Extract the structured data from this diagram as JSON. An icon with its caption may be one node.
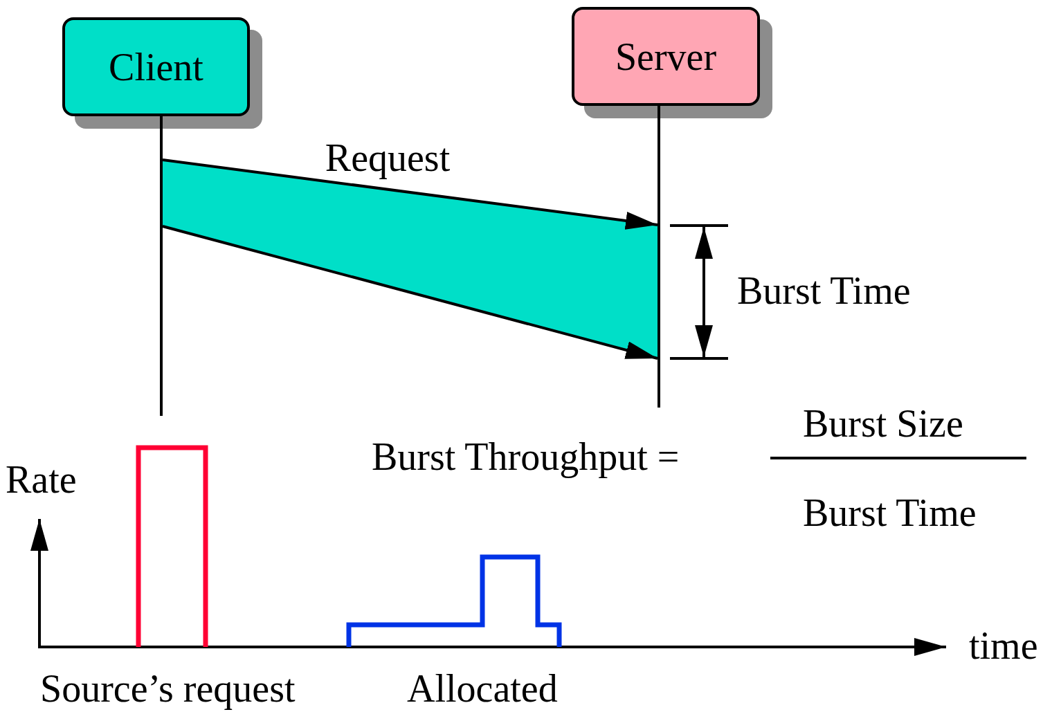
{
  "diagram": {
    "nodes": [
      {
        "text": [
          "Client"
        ]
      },
      {
        "text": [
          "Server"
        ]
      },
      {
        "text": [],
        "shape": "bar"
      },
      {
        "text": [],
        "shape": "bar"
      }
    ],
    "edges": [
      {
        "from": 2,
        "to": 3,
        "arrow": "to",
        "label": "Request"
      },
      {
        "from": 2,
        "to": 3,
        "arrow": "to"
      }
    ],
    "labels": [
      "Burst Time",
      "Burst Throughput =",
      "Burst Size",
      "Burst Time",
      "Rate",
      "time",
      "Source’s request",
      "Allocated"
    ]
  }
}
